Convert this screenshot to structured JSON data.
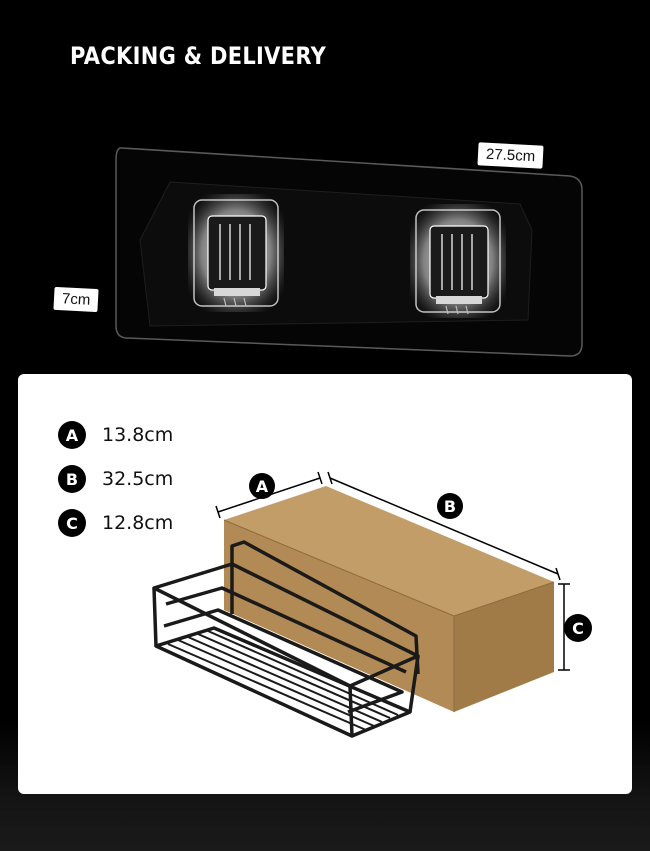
{
  "heading": "PACKING & DELIVERY",
  "plate": {
    "width_label": "27.5cm",
    "height_label": "7cm"
  },
  "dimensions": {
    "items": [
      {
        "letter": "A",
        "value": "13.8cm"
      },
      {
        "letter": "B",
        "value": "32.5cm"
      },
      {
        "letter": "C",
        "value": "12.8cm"
      }
    ]
  },
  "colors": {
    "box": "#b28a55",
    "box_top": "#c39d68",
    "box_side": "#a07a47",
    "badge": "#000000"
  }
}
